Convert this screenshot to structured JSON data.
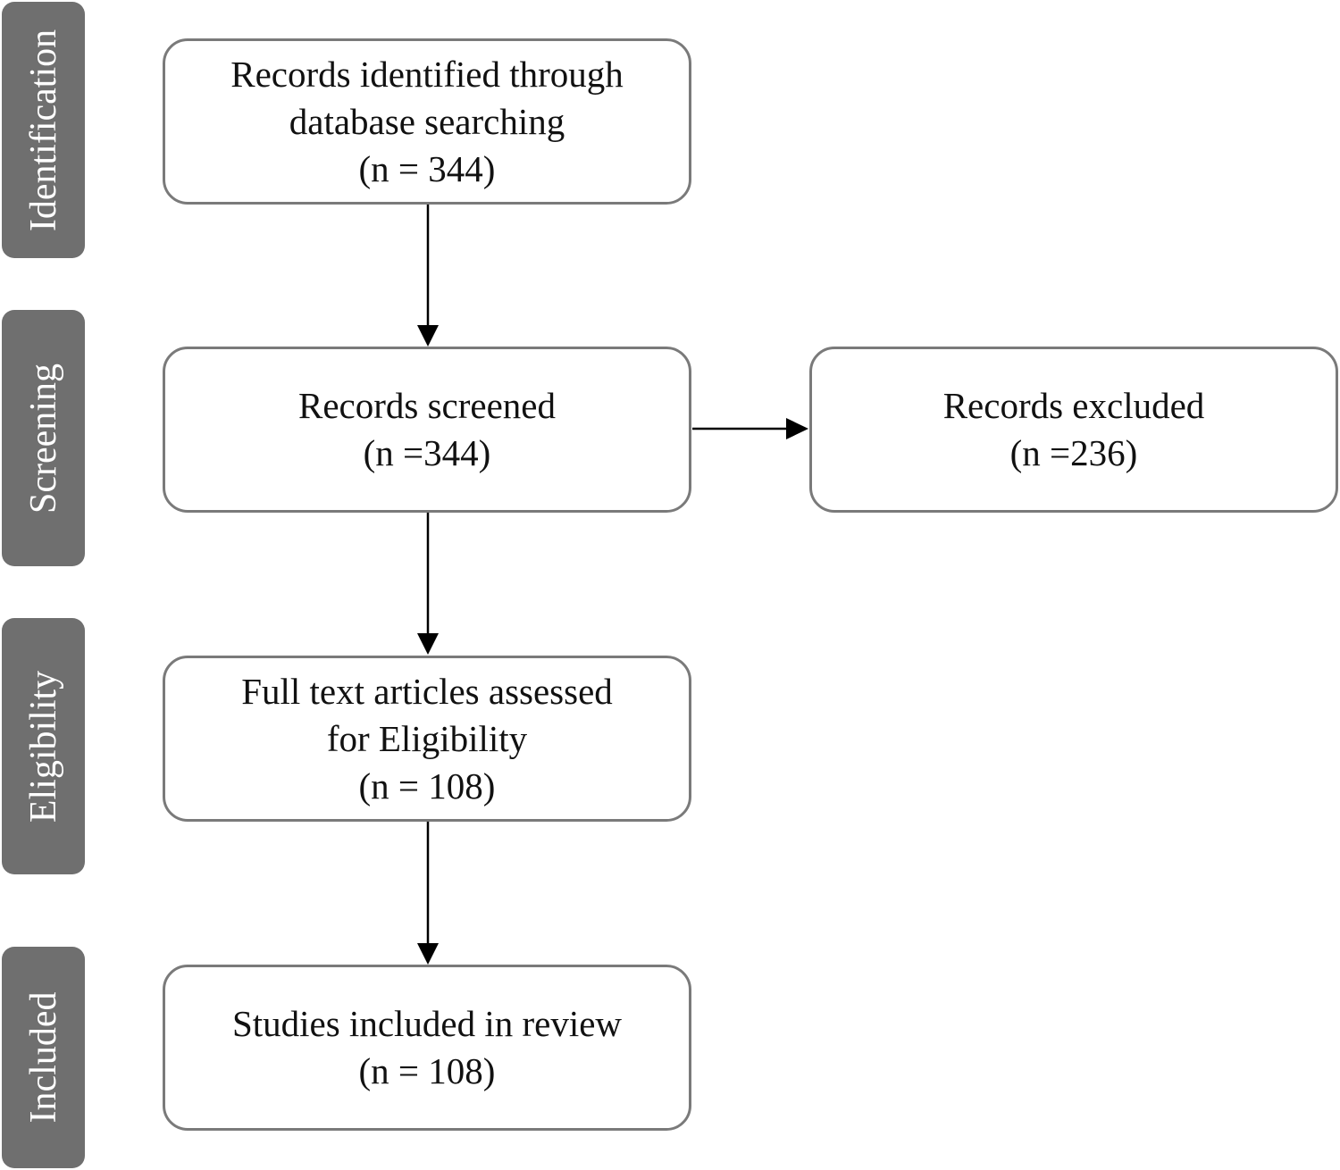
{
  "phases": {
    "identification": "Identification",
    "screening": "Screening",
    "eligibility": "Eligibility",
    "included": "Included"
  },
  "boxes": {
    "identified": {
      "line1": "Records identified through",
      "line2": "database searching",
      "count": "(n = 344)"
    },
    "screened": {
      "line1": "Records screened",
      "count": "(n =344)"
    },
    "excluded": {
      "line1": "Records excluded",
      "count": "(n =236)"
    },
    "fulltext": {
      "line1": "Full text articles assessed",
      "line2": "for Eligibility",
      "count": "(n = 108)"
    },
    "included": {
      "line1": "Studies included in review",
      "count": "(n = 108)"
    }
  },
  "colors": {
    "phase_bar": "#6f6f6f",
    "box_border": "#7a7a7a",
    "arrow": "#000000"
  }
}
